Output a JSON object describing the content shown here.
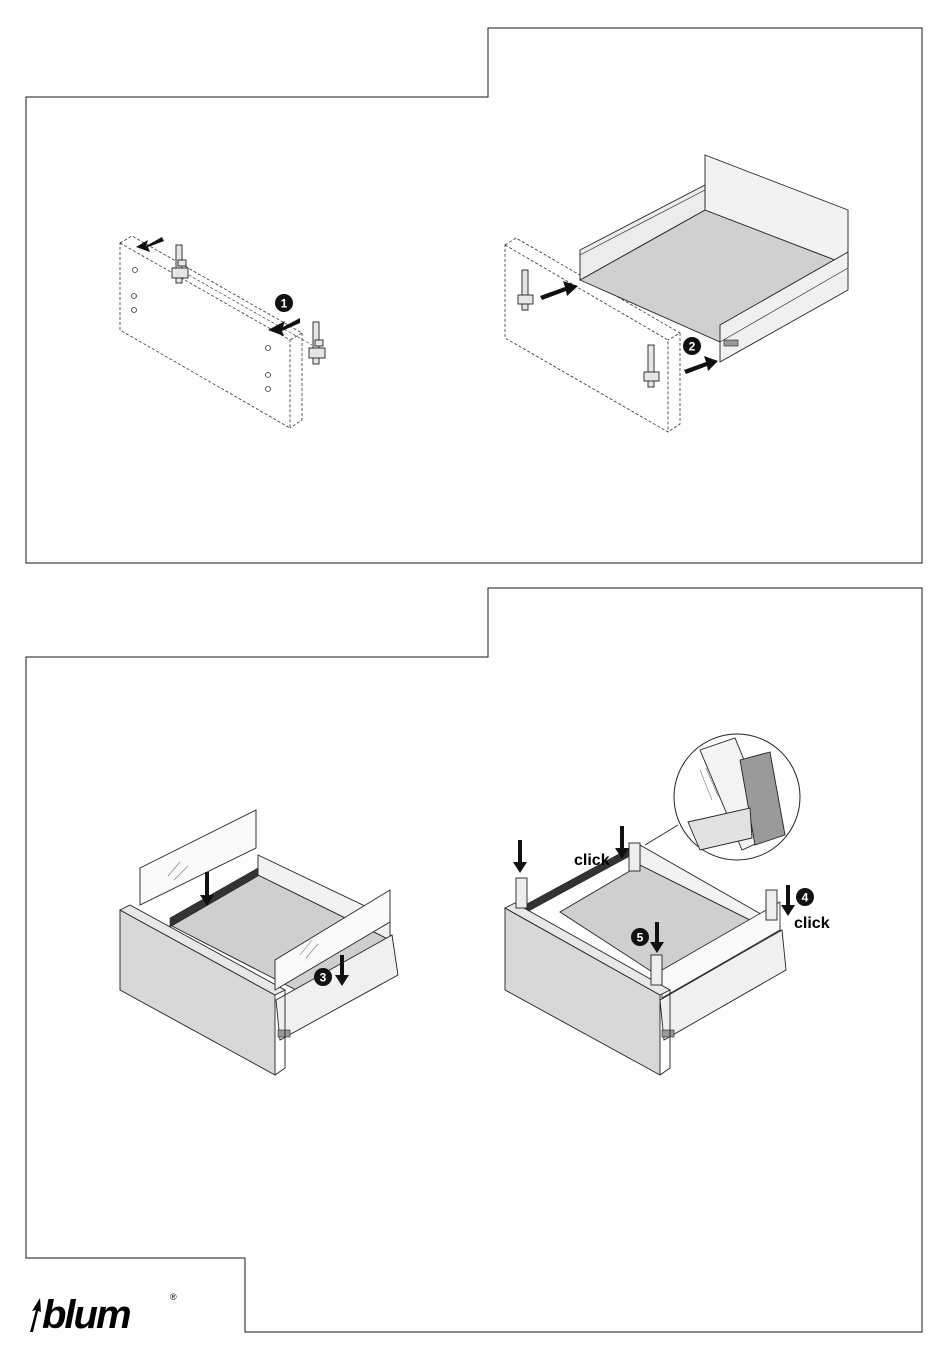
{
  "steps": {
    "step1": {
      "number": "1"
    },
    "step2": {
      "number": "2"
    },
    "step3": {
      "number": "3"
    },
    "step4": {
      "number": "4",
      "label": "click"
    },
    "step5": {
      "number": "5"
    }
  },
  "labels": {
    "click_left": "click",
    "click_right": "click"
  },
  "brand": {
    "name": "blum",
    "registered": "®"
  },
  "colors": {
    "line": "#1a1a1a",
    "panel_fill": "#d8d8d8",
    "floor_fill": "#c8c8c8",
    "marker_fill": "#111111"
  }
}
